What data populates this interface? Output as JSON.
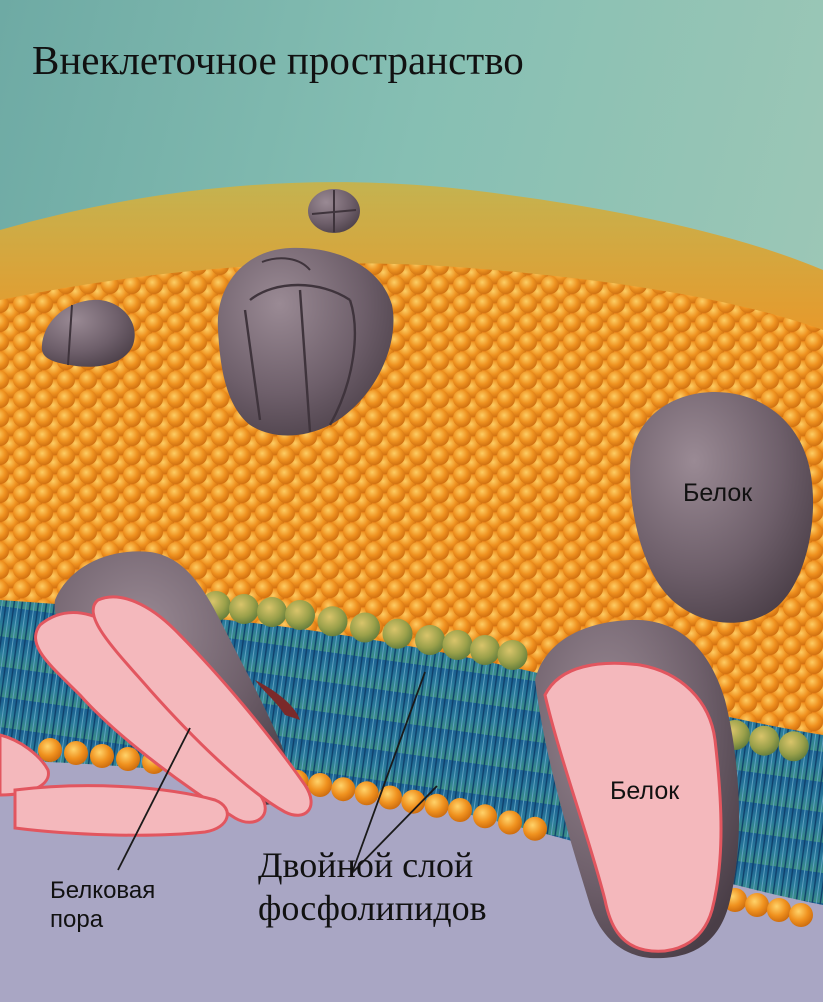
{
  "labels": {
    "extracellular_space": "Внеклеточное пространство",
    "protein_upper": "Белок",
    "protein_lower": "Белок",
    "protein_pore_line1": "Белковая",
    "protein_pore_line2": "пора",
    "bilayer_line1": "Двойной слой",
    "bilayer_line2": "фосфолипидов"
  },
  "colors": {
    "extracellular": "#7fb8ae",
    "cytoplasm": "#a9a6c4",
    "lipid_head": "#ee8a1c",
    "lipid_tail": "#1f6a9c",
    "protein": "#6e5f6a",
    "protein_section": "#f4b8bc",
    "protein_section_edge": "#e2565f"
  }
}
